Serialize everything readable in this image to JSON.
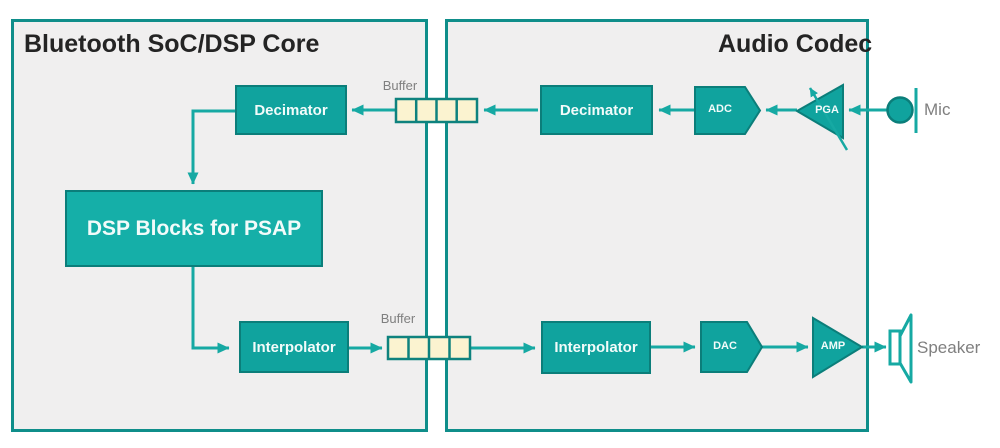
{
  "palette": {
    "teal_fill": "#10a39e",
    "teal_border": "#0b7e7a",
    "teal_line": "#16a9a3",
    "dsp_fill": "#15afa8",
    "box_bg": "#f0efef",
    "box_border": "#0f8e8a",
    "buffer_fill": "#fbf3d0",
    "buffer_border": "#0e827e",
    "label_gray": "#7f7f7f",
    "title_color": "#242424",
    "block_text": "#f2fbfa"
  },
  "left_box": {
    "title": "Bluetooth SoC/DSP Core",
    "decimator": "Decimator",
    "dsp_block": "DSP Blocks for PSAP",
    "interpolator": "Interpolator"
  },
  "right_box": {
    "title": "Audio Codec",
    "decimator": "Decimator",
    "interpolator": "Interpolator",
    "adc": "ADC",
    "pga": "PGA",
    "dac": "DAC",
    "amp": "AMP"
  },
  "buffers": {
    "top_label": "Buffer",
    "bottom_label": "Buffer",
    "cells": 4
  },
  "peripherals": {
    "mic_label": "Mic",
    "speaker_label": "Speaker"
  }
}
